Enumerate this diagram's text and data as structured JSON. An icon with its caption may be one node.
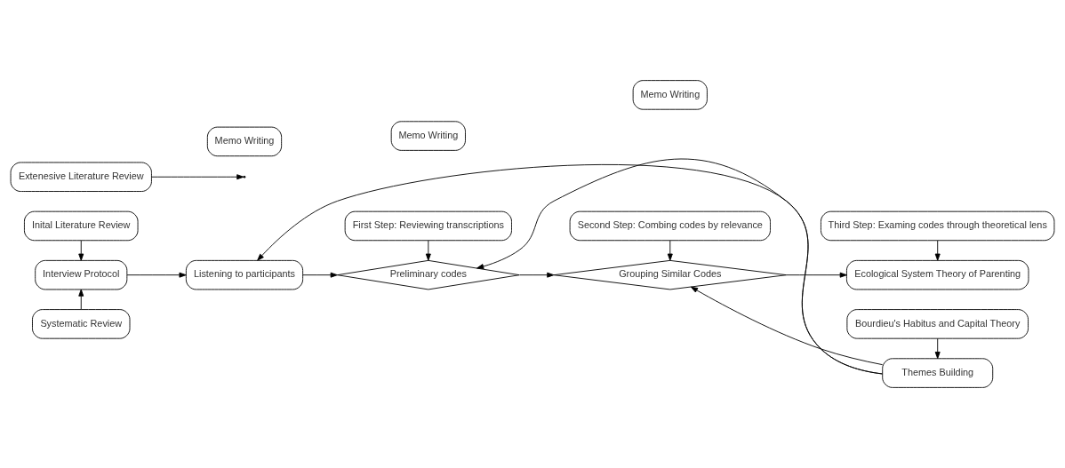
{
  "diagram": {
    "nodes": [
      {
        "text": [
          "Inital Literature Review"
        ]
      },
      {
        "text": [
          "Interview Protocol"
        ]
      },
      {
        "text": [
          "Systematic Review"
        ]
      },
      {
        "text": [
          "Listening to participants"
        ]
      },
      {
        "text": [
          "First Step: Reviewing transcriptions"
        ]
      },
      {
        "text": [
          "Preliminary codes"
        ]
      },
      {
        "text": [
          "Extenesive Literature Review"
        ]
      },
      {
        "text": [
          "Second Step: Combing codes by relevance"
        ]
      },
      {
        "text": [
          "Grouping Similar Codes"
        ]
      },
      {
        "text": [
          "Third Step: Examing codes through theoretical lens"
        ]
      },
      {
        "text": [
          "Ecological System Theory of Parenting"
        ]
      },
      {
        "text": [
          "Bourdieu's Habitus and Capital Theory"
        ]
      },
      {
        "text": [
          "Memo Writing"
        ]
      },
      {
        "text": [
          "Memo Writing"
        ]
      },
      {
        "text": [
          "Memo Writing"
        ]
      },
      {
        "text": [
          "Themes Building"
        ]
      }
    ],
    "edges": [
      {
        "from": 0,
        "to": 1,
        "arrow": "to"
      },
      {
        "from": 2,
        "to": 1,
        "arrow": "to"
      },
      {
        "from": 1,
        "to": 3,
        "arrow": "to"
      },
      {
        "from": 3,
        "to": 5,
        "arrow": "to"
      },
      {
        "from": 4,
        "to": 5,
        "arrow": "to"
      },
      {
        "from": 5,
        "to": 8,
        "arrow": "to"
      },
      {
        "from": 6,
        "to": null,
        "arrow": "to"
      },
      {
        "from": 7,
        "to": 8,
        "arrow": "to"
      },
      {
        "from": 8,
        "to": 10,
        "arrow": "to"
      },
      {
        "from": 9,
        "to": 10,
        "arrow": "to"
      },
      {
        "from": 11,
        "to": 15,
        "arrow": "to"
      },
      {
        "from": 15,
        "to": 8,
        "arrow": "to"
      },
      {
        "from": 15,
        "to": 5,
        "arrow": "to"
      },
      {
        "from": 15,
        "to": 3,
        "arrow": "to"
      }
    ]
  }
}
